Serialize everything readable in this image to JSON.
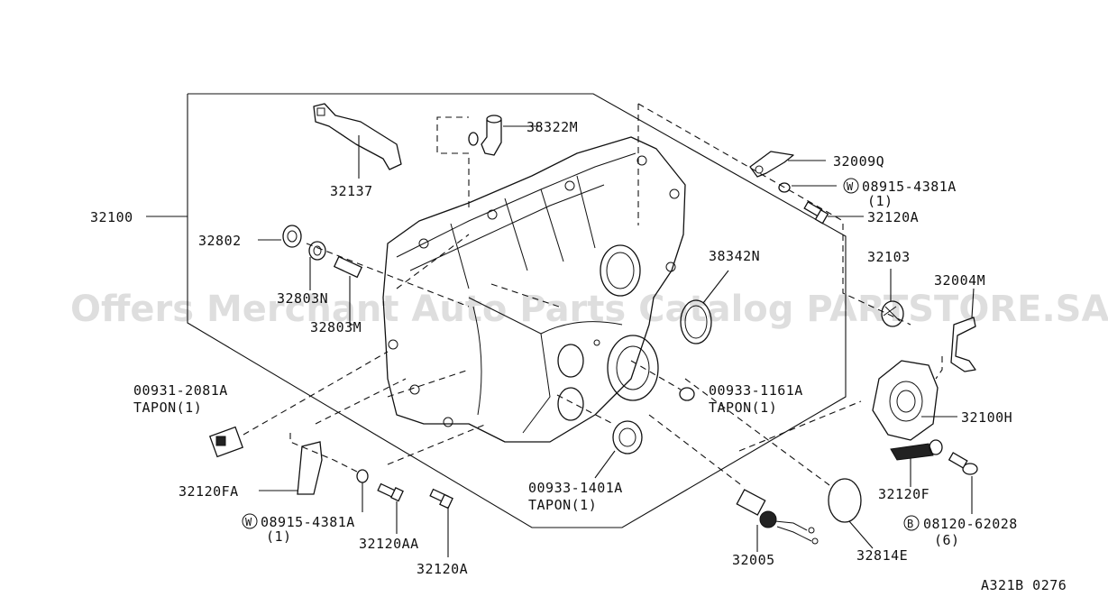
{
  "watermark": "Offers Merchant Auto Parts Catalog PARTSTORE.SA",
  "diagram_code": "A321B 0276",
  "callouts": {
    "p32100": "32100",
    "p32137": "32137",
    "p38322m": "38322M",
    "p32802": "32802",
    "p32803n": "32803N",
    "p32803m": "32803M",
    "p32009q": "32009Q",
    "p08915_top": "08915-4381A",
    "p08915_top_qty": "(1)",
    "p32120a_top": "32120A",
    "p38342n": "38342N",
    "p32103": "32103",
    "p32004m": "32004M",
    "p32100h": "32100H",
    "p00931_code": "00931-2081A",
    "p00931_name": "TAPON(1)",
    "p00933_1161_code": "00933-1161A",
    "p00933_1161_name": "TAPON(1)",
    "p00933_1401_code": "00933-1401A",
    "p00933_1401_name": "TAPON(1)",
    "p32120fa": "32120FA",
    "p08915_bot": "08915-4381A",
    "p08915_bot_qty": "(1)",
    "p32120aa": "32120AA",
    "p32120a_bot": "32120A",
    "p32005": "32005",
    "p32814e": "32814E",
    "p32120f": "32120F",
    "p08120": "08120-62028",
    "p08120_qty": "(6)"
  },
  "markers": {
    "washer_top": "W",
    "washer_bot": "W",
    "bolt": "B"
  }
}
